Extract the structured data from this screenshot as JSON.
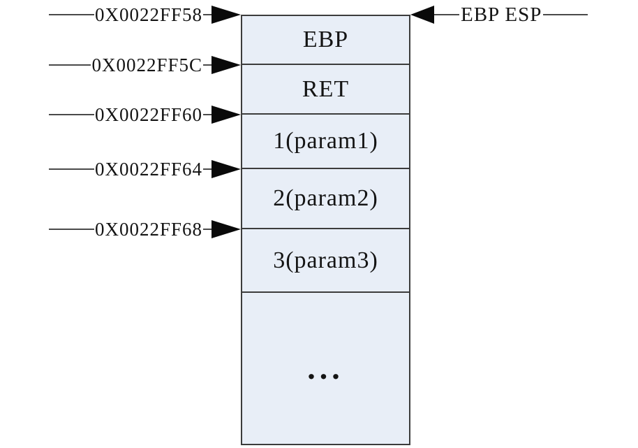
{
  "diagram": {
    "addresses": [
      "0X0022FF58",
      "0X0022FF5C",
      "0X0022FF60",
      "0X0022FF64",
      "0X0022FF68"
    ],
    "stack_cells": [
      "EBP",
      "RET",
      "1(param1)",
      "2(param2)",
      "3(param3)",
      "..."
    ],
    "pointer_label": "EBP ESP",
    "colors": {
      "cell_fill": "#e8eef7",
      "border": "#3c3c3c",
      "line": "#4a4a4a",
      "arrow": "#0a0a0a",
      "background": "#ffffff",
      "text": "#141414"
    }
  }
}
